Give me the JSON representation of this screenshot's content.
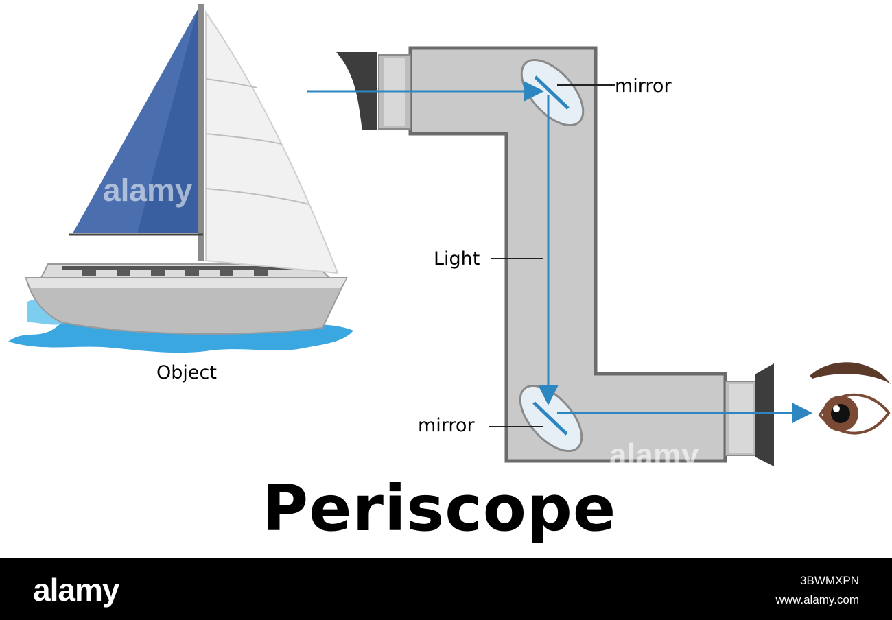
{
  "diagram": {
    "title": "Periscope",
    "labels": {
      "object": "Object",
      "mirror_top": "mirror",
      "light": "Light",
      "mirror_bottom": "mirror"
    }
  },
  "colors": {
    "periscope_body": "#c9c9c9",
    "periscope_outline": "#6b6b6b",
    "light_ray": "#2e86c1",
    "sail_blue": "#4b6fae",
    "water": "#3aa7e0",
    "footer": "#000000"
  },
  "watermark": {
    "brand": "alamy",
    "image_id": "3BWMXPN",
    "url": "www.alamy.com"
  }
}
